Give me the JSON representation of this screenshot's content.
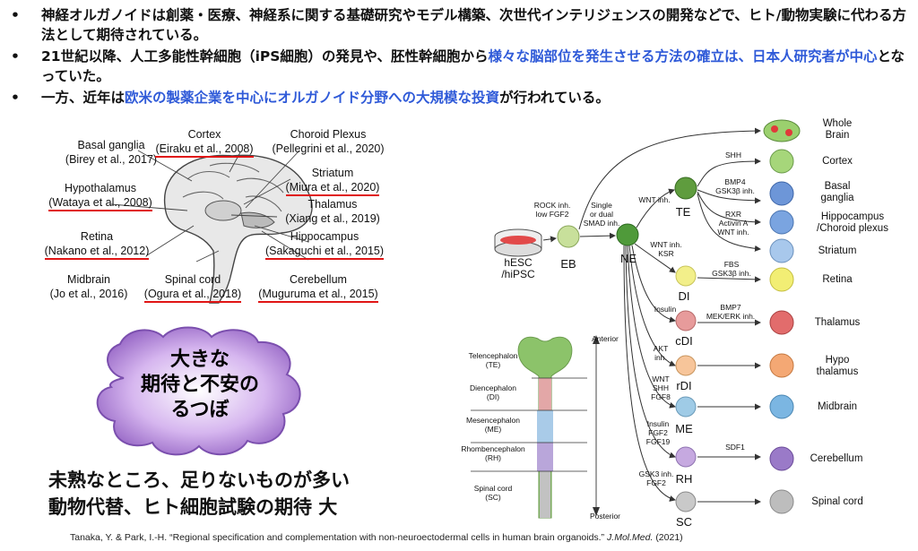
{
  "bullets": [
    {
      "parts": [
        {
          "t": "神経オルガノイドは創薬・医療、神経系に関する基礎研究やモデル構築、次世代インテリジェンスの開発などで、ヒト/動物実験に代わる方法として期待されている。",
          "hl": false
        }
      ]
    },
    {
      "parts": [
        {
          "t": "21世紀以降、人工多能性幹細胞（iPS細胞）の発見や、胚性幹細胞から",
          "hl": false
        },
        {
          "t": "様々な脳部位を発生させる方法の確立は、日本人研究者が中心",
          "hl": true
        },
        {
          "t": "となっていた。",
          "hl": false
        }
      ]
    },
    {
      "parts": [
        {
          "t": "一方、近年は",
          "hl": false
        },
        {
          "t": "欧米の製薬企業を中心にオルガノイド分野への大規模な投資",
          "hl": true
        },
        {
          "t": "が行われている。",
          "hl": false
        }
      ]
    }
  ],
  "brain_labels": {
    "basal_ganglia": {
      "name": "Basal ganglia",
      "ref": "(Birey et al., 2017)"
    },
    "cortex": {
      "name": "Cortex",
      "ref": "(Eiraku et al., 2008)"
    },
    "choroid": {
      "name": "Choroid Plexus",
      "ref": "(Pellegrini et al., 2020)"
    },
    "hypothalamus": {
      "name": "Hypothalamus",
      "ref": "(Wataya et al., 2008)"
    },
    "striatum": {
      "name": "Striatum",
      "ref": "(Miura et al., 2020)"
    },
    "thalamus": {
      "name": "Thalamus",
      "ref": "(Xiang et al., 2019)"
    },
    "retina": {
      "name": "Retina",
      "ref": "(Nakano et al., 2012)"
    },
    "hippocampus": {
      "name": "Hippocampus",
      "ref": "(Sakaguchi et al., 2015)"
    },
    "midbrain": {
      "name": "Midbrain",
      "ref": "(Jo et al., 2016)"
    },
    "spinal": {
      "name": "Spinal cord",
      "ref": "(Ogura et al., 2018)"
    },
    "cerebellum": {
      "name": "Cerebellum",
      "ref": "(Muguruma et al., 2015)"
    }
  },
  "cloud": {
    "line1": "大きな",
    "line2": "期待と不安の",
    "line3": "るつぼ"
  },
  "bottom": {
    "line1": "未熟なところ、足りないものが多い",
    "line2": "動物代替、ヒト細胞試験の期待 大"
  },
  "citation": {
    "main": "Tanaka, Y. & Park, I.-H. “Regional specification and complementation with non-neuroectodermal cells in human brain organoids.”",
    "journal": "J.Mol.Med.",
    "year": "(2021)"
  },
  "neural_tube": {
    "regions": [
      "Telencephalon\n(TE)",
      "Diencephalon\n(DI)",
      "Mesencephalon\n(ME)",
      "Rhombencephalon\n(RH)",
      "Spinal cord\n(SC)"
    ],
    "anterior": "Anterior",
    "posterior": "Posterior"
  },
  "pathway": {
    "source": "hESC\n/hiPSC",
    "eb": "EB",
    "ne": "NE",
    "te": "TE",
    "di": "DI",
    "cdi": "cDI",
    "rdi": "rDI",
    "me": "ME",
    "rh": "RH",
    "sc": "SC",
    "conditions": {
      "rock": "ROCK inh.\nlow FGF2",
      "smad": "Single\nor dual\nSMAD inh.",
      "wnt_te": "WNT inh.",
      "wnt_ksr": "WNT inh.\nKSR",
      "insulin": "Insulin",
      "akt": "AKT\ninh.",
      "wnt_shh": "WNT\nSHH\nFGF8",
      "ins_fgf": "Insulin\nFGF2\nFGF19",
      "gsk_fgf": "GSK3 inh.\nFGF2",
      "shh": "SHH",
      "bmp4": "BMP4\nGSK3β inh.",
      "rxr": "RXR\nActivin A\nWNT inh.",
      "fbs": "FBS\nGSK3β inh.",
      "bmp7": "BMP7\nMEK/ERK inh.",
      "sdf1": "SDF1"
    },
    "outputs": [
      "Whole\nBrain",
      "Cortex",
      "Basal\nganglia",
      "Hippocampus\n/Choroid plexus",
      "Striatum",
      "Retina",
      "Thalamus",
      "Hypo\nthalamus",
      "Midbrain",
      "Cerebellum",
      "Spinal cord"
    ]
  },
  "colors": {
    "accent": "#2f5ad8",
    "ref_underline": "#e01515",
    "cloud_fill": "#b98ad9"
  }
}
